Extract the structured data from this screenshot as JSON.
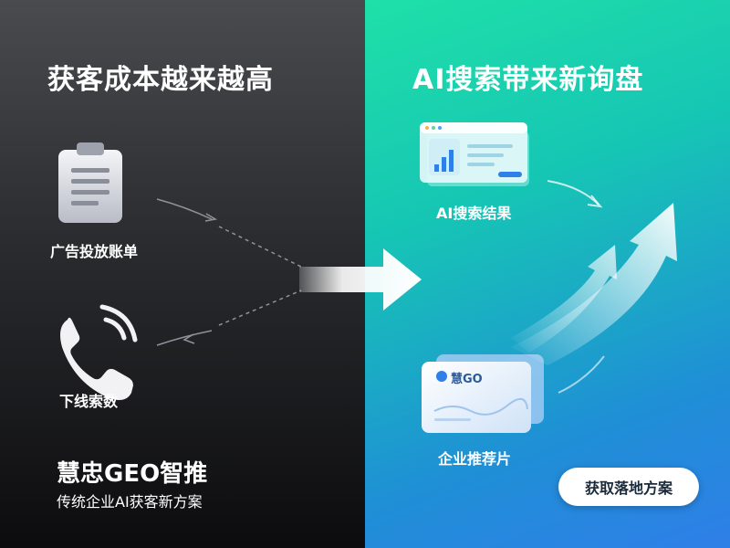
{
  "left": {
    "title": "获客成本越来越高",
    "items": [
      {
        "label": "广告投放账单",
        "icon": "clipboard-icon"
      },
      {
        "label": "下线索数",
        "icon": "phone-icon"
      }
    ]
  },
  "right": {
    "title": "AI搜索带来新询盘",
    "items": [
      {
        "label": "AI搜索结果",
        "icon": "search-result-window-icon"
      },
      {
        "label": "企业推荐片",
        "icon": "business-card-icon"
      }
    ],
    "card_brand": "慧GO"
  },
  "brand": {
    "name": "慧忠GEO智推",
    "tagline": "传统企业AI获客新方案"
  },
  "cta": {
    "label": "获取落地方案"
  },
  "colors": {
    "left_bg_top": "#4a4b4f",
    "left_bg_bottom": "#0c0c0e",
    "right_bg_top": "#1fe0a8",
    "right_bg_bottom": "#2f7fe8",
    "cta_bg": "#ffffff"
  }
}
